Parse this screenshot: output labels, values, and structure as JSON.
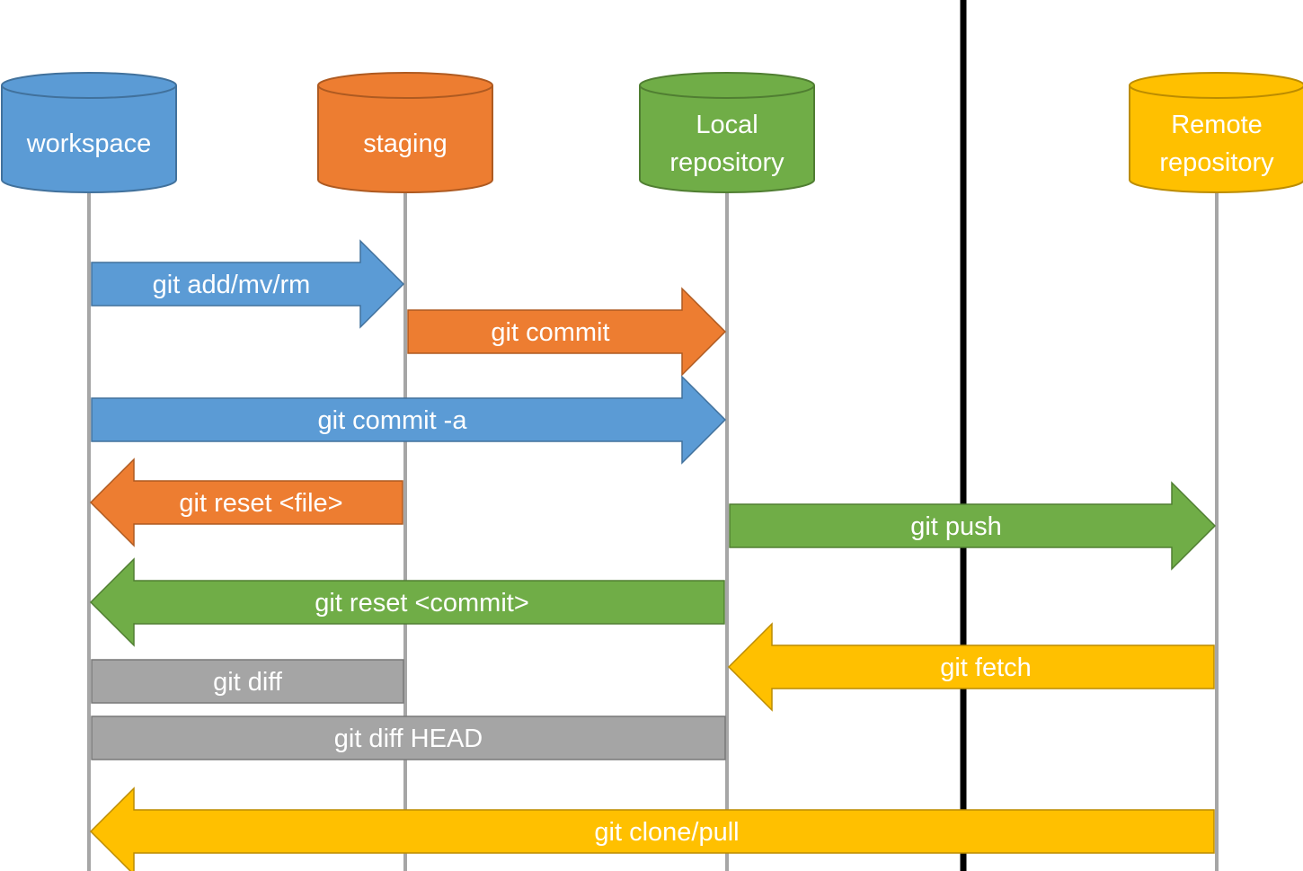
{
  "colors": {
    "workspace": "#5B9BD5",
    "workspace_edge": "#41719C",
    "staging": "#ED7D31",
    "staging_edge": "#AE5A21",
    "local": "#70AD47",
    "local_edge": "#507E32",
    "remote": "#FFC000",
    "remote_edge": "#BC8C00",
    "diff": "#A5A5A5",
    "diff_edge": "#787878",
    "lifeline": "#A6A6A6",
    "divider": "#000000"
  },
  "stores": [
    {
      "id": "workspace",
      "label_lines": [
        "workspace"
      ]
    },
    {
      "id": "staging",
      "label_lines": [
        "staging"
      ]
    },
    {
      "id": "local",
      "label_lines": [
        "Local",
        "repository"
      ]
    },
    {
      "id": "remote",
      "label_lines": [
        "Remote",
        "repository"
      ]
    }
  ],
  "commands": [
    {
      "label": "git add/mv/rm",
      "from": "workspace",
      "to": "staging",
      "kind": "arrow",
      "color": "workspace"
    },
    {
      "label": "git commit",
      "from": "staging",
      "to": "local",
      "kind": "arrow",
      "color": "staging"
    },
    {
      "label": "git commit -a",
      "from": "workspace",
      "to": "local",
      "kind": "arrow",
      "color": "workspace"
    },
    {
      "label": "git reset <file>",
      "from": "staging",
      "to": "workspace",
      "kind": "arrow",
      "color": "staging"
    },
    {
      "label": "git push",
      "from": "local",
      "to": "remote",
      "kind": "arrow",
      "color": "local"
    },
    {
      "label": "git reset <commit>",
      "from": "local",
      "to": "workspace",
      "kind": "arrow",
      "color": "local"
    },
    {
      "label": "git fetch",
      "from": "remote",
      "to": "local",
      "kind": "arrow",
      "color": "remote"
    },
    {
      "label": "git diff",
      "from": "workspace",
      "to": "staging",
      "kind": "bar",
      "color": "diff"
    },
    {
      "label": "git diff HEAD",
      "from": "workspace",
      "to": "local",
      "kind": "bar",
      "color": "diff"
    },
    {
      "label": "git clone/pull",
      "from": "remote",
      "to": "workspace",
      "kind": "arrow",
      "color": "remote"
    }
  ]
}
